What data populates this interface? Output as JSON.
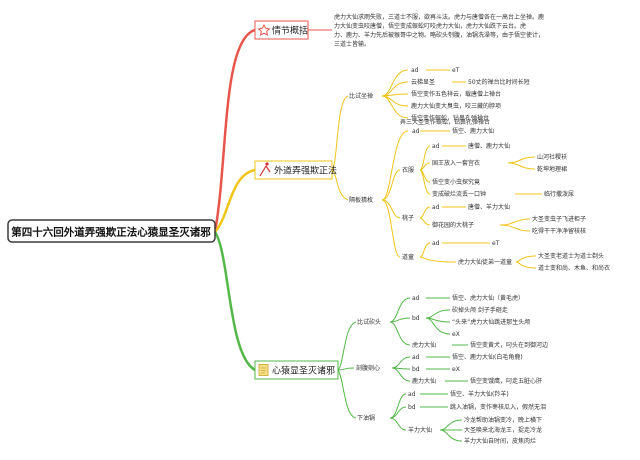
{
  "colors": {
    "red": "#e8564b",
    "yellow": "#f0c419",
    "green": "#53b848",
    "root_border": "#3c3c3c"
  },
  "root": {
    "label": "第四十六回外道弄强欺正法心猿显圣灭诸邪"
  },
  "branches": [
    {
      "label": "情节概括",
      "icon": "star-icon",
      "color": "#e8564b"
    },
    {
      "label": "外道弄强欺正法",
      "icon": "figure-icon",
      "color": "#f0c419"
    },
    {
      "label": "心猿显圣灭诸邪",
      "icon": "document-icon",
      "color": "#53b848"
    }
  ],
  "summary": {
    "lines": [
      "虎力大仙求雨失败，三道士不服，欲再斗法。虎力与唐僧各在一高台上坐禅。鹿",
      "力大仙变虫咬唐僧，悟空变成蜈蚣叮咬虎力大仙，虎力大仙跌下云台。虎",
      "力、鹿力、羊力先后被猴哥中之物。略砍头刳腹，油锅洗澡等，由于悟空使计，",
      "三道士皆输。"
    ]
  },
  "labels": [
    "比试坐禅",
    "ad",
    "eT",
    "云梯显圣",
    "50丈的禅台比时间长短",
    "悟空变作五色祥云，载唐僧上禅台",
    "鹿力大仙变大臭虫，咬三藏的脖项",
    "悟空变作蜈蚣，钻鼻孔弹禅台",
    "弄三大圣变作蜈蚣，钻鼻孔弹禅台",
    "隔板猜枚",
    "ad",
    "悟空、鹿力大仙",
    "衣服",
    "ad",
    "唐僧、鹿力大仙",
    "国王放入一套宫衣",
    "山河社稷袄",
    "乾坤地理裙",
    "悟空变小虫探究竟",
    "变成破烂流丢一口钟",
    "临行撒泼尿",
    "桃子",
    "ad",
    "唐僧、羊力大仙",
    "御花园的大桃子",
    "大圣变虫子飞进柜子",
    "吃得干干净净留核核",
    "道童",
    "ad",
    "eT",
    "虎力大仙徒弟一道童",
    "大圣变老道士为道士剃头",
    "道士变和尚、木鱼、和尚衣",
    "比试砍头",
    "ad",
    "悟空、虎力大仙（黄毛虎）",
    "bd",
    "砍掉头颅 剑子手砸走",
    "“头来”虎力大仙跳进那生头颅",
    "eX",
    "虎力大仙",
    "悟空变黄犬，叼头在到御河边",
    "剖腹剜心",
    "ad",
    "悟空、鹿力大仙(白毛角鹿)",
    "bd",
    "eX",
    "鹿力大仙",
    "悟空变饿鹰，叼走五脏心肝",
    "下油锅",
    "ad",
    "悟空、羊力大仙(羚羊)",
    "bd",
    "跳入油锅，变作枣核瓜入，假然无泪",
    "羊力大仙",
    "冷龙帮助油锅变冷，晚上横下",
    "大圣唤来北海龙王，捉走冷龙",
    "羊力大仙自时间，皮焦肉烂"
  ]
}
